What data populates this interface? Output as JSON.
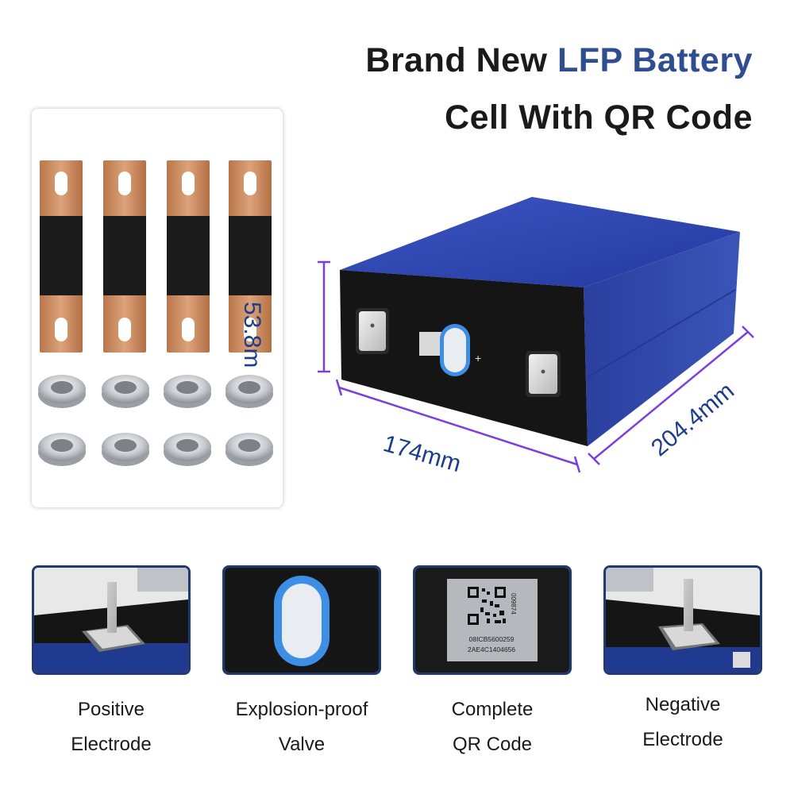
{
  "title": {
    "line1_prefix": "Brand New ",
    "line1_accent": "LFP Battery",
    "line2": "Cell With QR Code"
  },
  "dimensions": {
    "height": "53.8m",
    "width": "174mm",
    "depth": "204.4mm"
  },
  "qr_label": {
    "serial_side": "009874",
    "line1": "08ICB5600259",
    "line2": "2AE4C1404656"
  },
  "features": [
    {
      "line1": "Positive",
      "line2": "Electrode"
    },
    {
      "line1": "Explosion-proof",
      "line2": "Valve"
    },
    {
      "line1": "Complete",
      "line2": "QR Code"
    },
    {
      "line1": "Negative",
      "line2": "Electrode"
    }
  ],
  "colors": {
    "battery_blue": "#2a3f9a",
    "dimension_line": "#7b3fe0",
    "dimension_text": "#1c3e8a",
    "title_accent": "#2f4e8f",
    "copper": "#c98a5c"
  },
  "battery_terminal_mark": "+"
}
